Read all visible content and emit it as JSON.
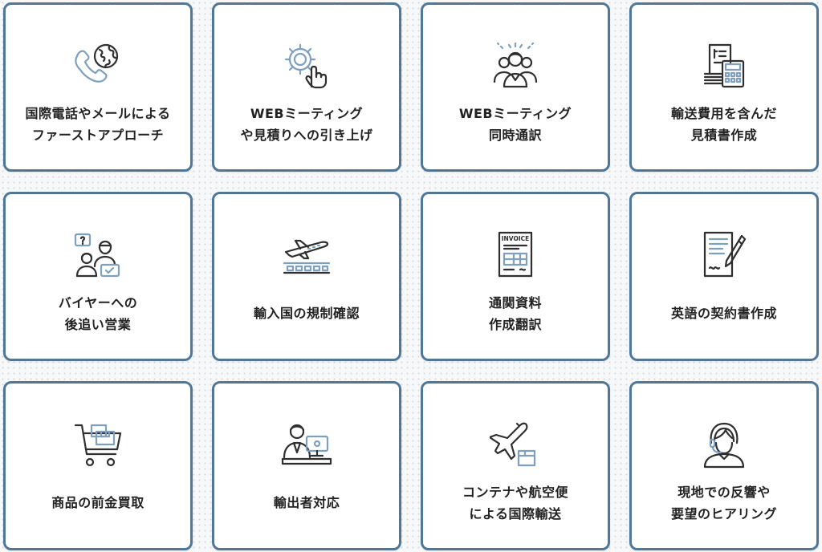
{
  "colors": {
    "card_border": "#4e7798",
    "icon_stroke": "#2f2f2f",
    "icon_accent": "#7e9fbd",
    "text": "#222222",
    "background": "#f7f8f9"
  },
  "cards": [
    {
      "icon": "phone-globe-icon",
      "lines": [
        "国際電話やメールによる",
        "ファーストアプローチ"
      ]
    },
    {
      "icon": "gear-hand-icon",
      "lines": [
        "WEBミーティング",
        "や見積りへの引き上げ"
      ]
    },
    {
      "icon": "group-meeting-icon",
      "lines": [
        "WEBミーティング",
        "同時通訳"
      ]
    },
    {
      "icon": "invoice-calculator-icon",
      "lines": [
        "輸送費用を含んだ",
        "見積書作成"
      ]
    },
    {
      "icon": "buyer-conversation-icon",
      "lines": [
        "バイヤーへの",
        "後追い営業"
      ]
    },
    {
      "icon": "airplane-conveyor-icon",
      "lines": [
        "輸入国の規制確認"
      ]
    },
    {
      "icon": "invoice-document-icon",
      "lines": [
        "通関資料",
        "作成翻訳"
      ]
    },
    {
      "icon": "contract-pen-icon",
      "lines": [
        "英語の契約書作成"
      ]
    },
    {
      "icon": "shopping-cart-icon",
      "lines": [
        "商品の前金買取"
      ]
    },
    {
      "icon": "exporter-desk-icon",
      "lines": [
        "輸出者対応"
      ]
    },
    {
      "icon": "airplane-package-icon",
      "lines": [
        "コンテナや航空便",
        "による国際輸送"
      ]
    },
    {
      "icon": "headset-operator-icon",
      "lines": [
        "現地での反響や",
        "要望のヒアリング"
      ]
    }
  ]
}
